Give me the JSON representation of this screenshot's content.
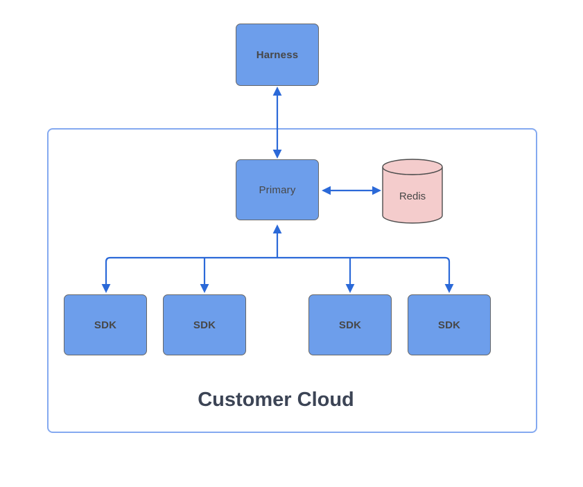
{
  "diagram": {
    "title": "Customer Cloud",
    "nodes": {
      "harness": {
        "label": "Harness",
        "shape": "rectangle"
      },
      "primary": {
        "label": "Primary",
        "shape": "rectangle"
      },
      "redis": {
        "label": "Redis",
        "shape": "cylinder"
      },
      "sdks": [
        {
          "label": "SDK"
        },
        {
          "label": "SDK"
        },
        {
          "label": "SDK"
        },
        {
          "label": "SDK"
        }
      ]
    },
    "edges": [
      {
        "from": "Harness",
        "to": "Primary",
        "arrows": "both-ends"
      },
      {
        "from": "Primary",
        "to": "Redis",
        "arrows": "both-ends"
      },
      {
        "from": "SDK fan-out trunk",
        "to": "Primary",
        "arrows": "up-into-primary"
      },
      {
        "from": "trunk",
        "to": "SDK #1..#4",
        "arrows": "down-into-each-sdk"
      }
    ]
  },
  "theme": {
    "background": "#ffffff",
    "node_fill": "#6d9eeb",
    "node_border": "#666666",
    "node_label_color": "#474747",
    "cylinder_fill": "#f4cccc",
    "cylinder_border": "#4d4d4d",
    "arrow_color": "#2b69d8",
    "boundary_border": "#84a9f0",
    "title_color": "#3c4455"
  }
}
